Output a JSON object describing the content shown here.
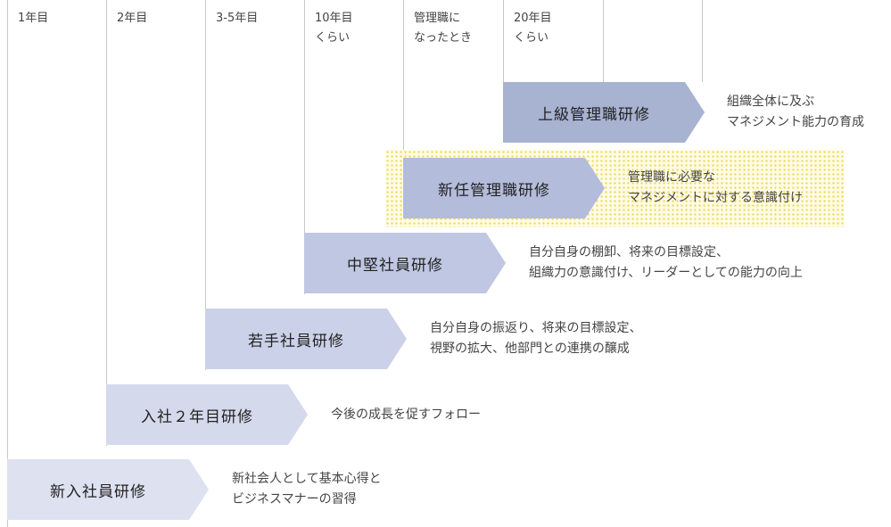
{
  "columns": [
    {
      "lines": [
        "1年目"
      ]
    },
    {
      "lines": [
        "2年目"
      ]
    },
    {
      "lines": [
        "3-5年目"
      ]
    },
    {
      "lines": [
        "10年目",
        "くらい"
      ]
    },
    {
      "lines": [
        "管理職に",
        "なったとき"
      ]
    },
    {
      "lines": [
        "20年目",
        "くらい"
      ]
    },
    {
      "lines": [
        ""
      ]
    }
  ],
  "trainings": [
    {
      "label": "上級管理職研修",
      "desc": [
        "組織全体に及ぶ",
        "マネジメント能力の育成"
      ],
      "color": "#a8b2d1"
    },
    {
      "label": "新任管理職研修",
      "desc": [
        "管理職に必要な",
        "マネジメントに対する意識付け"
      ],
      "color": "#b4bcdb",
      "highlighted": true
    },
    {
      "label": "中堅社員研修",
      "desc": [
        "自分自身の棚卸、将来の目標設定、",
        "組織力の意識付け、リーダーとしての能力の向上"
      ],
      "color": "#c0c7e2"
    },
    {
      "label": "若手社員研修",
      "desc": [
        "自分自身の振返り、将来の目標設定、",
        "視野の拡大、他部門との連携の醸成"
      ],
      "color": "#cbd1e8"
    },
    {
      "label": "入社２年目研修",
      "desc": [
        "今後の成長を促すフォロー"
      ],
      "color": "#d4d9ec"
    },
    {
      "label": "新入社員研修",
      "desc": [
        "新社会人として基本心得と",
        "ビジネスマナーの習得"
      ],
      "color": "#dde1f0"
    }
  ]
}
